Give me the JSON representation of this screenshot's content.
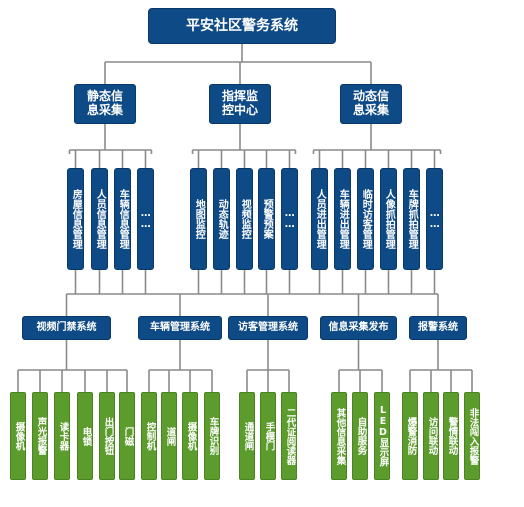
{
  "title": "平安社区警务系统",
  "level1": [
    "静态信\n息采集",
    "指挥监\n控中心",
    "动态信\n息采集"
  ],
  "level2": [
    [
      "房屋信息管理",
      "人员信息管理",
      "车辆信息管理",
      "……"
    ],
    [
      "地图监控",
      "动态轨迹",
      "视频监控",
      "预警预案",
      "……"
    ],
    [
      "人员进出管理",
      "车辆进出管理",
      "临时访客管理",
      "人像抓拍管理",
      "车牌抓拍管理",
      "……"
    ]
  ],
  "systems": [
    "视频门禁系统",
    "车辆管理系统",
    "访客管理系统",
    "信息采集发布",
    "报警系统"
  ],
  "devices": [
    [
      "摄像机",
      "声光报警",
      "读卡器",
      "电锁",
      "出门按钮",
      "门磁"
    ],
    [
      "控制机",
      "道闸",
      "摄像机",
      "车牌识别"
    ],
    [
      "通道闸",
      "手模门",
      "二代证阅读器"
    ],
    [
      "其他信息采集",
      "自助服务",
      "LED显示屏"
    ],
    [
      "爆警消防",
      "访问联动",
      "警情联动",
      "非法闯入报警"
    ]
  ],
  "colors": {
    "primary": "#0e4a86",
    "secondary": "#5c9c2c",
    "connector": "#8a8a8a"
  }
}
